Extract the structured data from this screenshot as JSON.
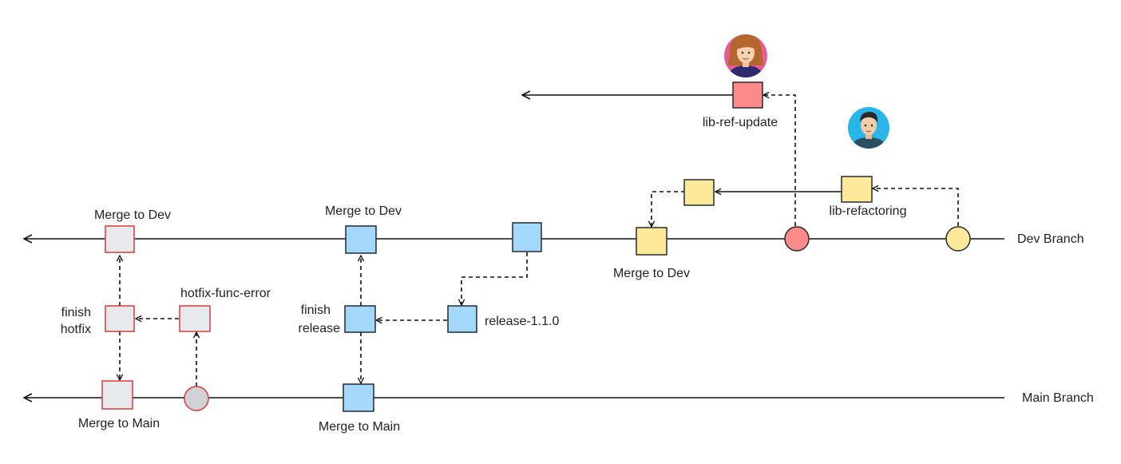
{
  "branches": {
    "dev": "Dev Branch",
    "main": "Main Branch"
  },
  "labels": {
    "merge_to_dev_left": "Merge to Dev",
    "merge_to_dev_mid": "Merge to Dev",
    "merge_to_dev_right": "Merge to Dev",
    "merge_to_main_left": "Merge to Main",
    "merge_to_main_mid": "Merge to Main",
    "finish_hotfix_line1": "finish",
    "finish_hotfix_line2": "hotfix",
    "finish_release_line1": "finish",
    "finish_release_line2": "release",
    "hotfix_branch": "hotfix-func-error",
    "release_branch": "release-1.1.0",
    "lib_ref_update": "lib-ref-update",
    "lib_refactoring": "lib-refactoring"
  },
  "colors": {
    "hotfix_fill": "#E8E9EC",
    "hotfix_stroke": "#D93A3A",
    "release_fill": "#A3D8FA",
    "release_stroke": "#1F2A38",
    "refactor_fill": "#FDE99A",
    "refactor_stroke": "#2A2A2A",
    "update_fill": "#FD8A8A",
    "update_stroke": "#2A2A2A",
    "main_circle_fill": "#CFD2D6",
    "line": "#111111"
  },
  "icons": {
    "female_avatar": "female-developer-avatar",
    "male_avatar": "male-developer-avatar"
  }
}
